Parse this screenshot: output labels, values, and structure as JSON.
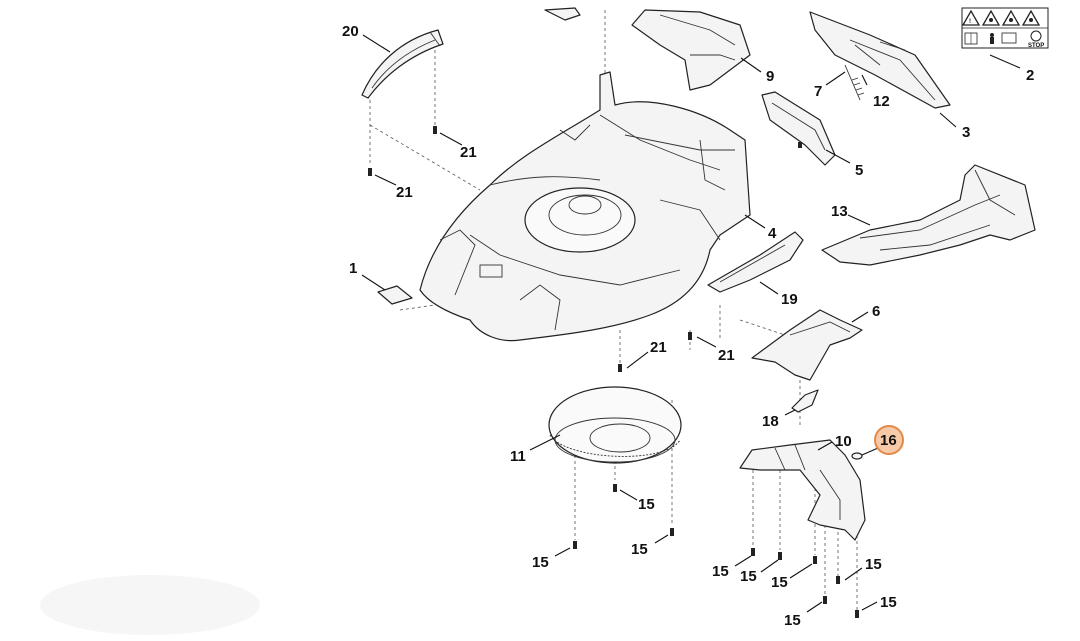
{
  "diagram": {
    "callouts": [
      {
        "id": "c20",
        "label": "20"
      },
      {
        "id": "c21a",
        "label": "21"
      },
      {
        "id": "c21b",
        "label": "21"
      },
      {
        "id": "c1",
        "label": "1"
      },
      {
        "id": "c21c",
        "label": "21"
      },
      {
        "id": "c21d",
        "label": "21"
      },
      {
        "id": "c11",
        "label": "11"
      },
      {
        "id": "c15a",
        "label": "15"
      },
      {
        "id": "c15b",
        "label": "15"
      },
      {
        "id": "c15c",
        "label": "15"
      },
      {
        "id": "c9",
        "label": "9"
      },
      {
        "id": "c7",
        "label": "7"
      },
      {
        "id": "c12",
        "label": "12"
      },
      {
        "id": "c2",
        "label": "2"
      },
      {
        "id": "c3",
        "label": "3"
      },
      {
        "id": "c5",
        "label": "5"
      },
      {
        "id": "c13",
        "label": "13"
      },
      {
        "id": "c4",
        "label": "4"
      },
      {
        "id": "c19",
        "label": "19"
      },
      {
        "id": "c6",
        "label": "6"
      },
      {
        "id": "c18",
        "label": "18"
      },
      {
        "id": "c10",
        "label": "10"
      },
      {
        "id": "c16",
        "label": "16"
      },
      {
        "id": "c15d",
        "label": "15"
      },
      {
        "id": "c15e",
        "label": "15"
      },
      {
        "id": "c15f",
        "label": "15"
      },
      {
        "id": "c15g",
        "label": "15"
      },
      {
        "id": "c15h",
        "label": "15"
      },
      {
        "id": "c15i",
        "label": "15"
      }
    ],
    "highlighted_part": "16",
    "warning_label": {
      "stop_text": "STOP"
    }
  }
}
